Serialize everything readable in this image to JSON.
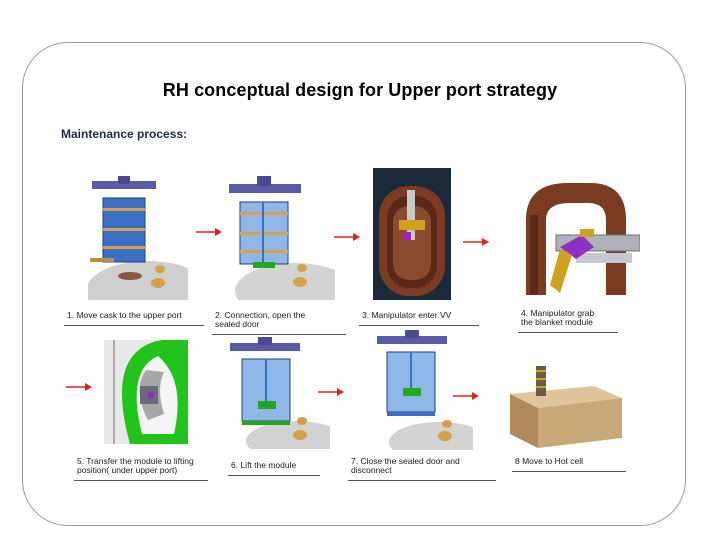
{
  "slide": {
    "title": "RH conceptual design for Upper port strategy",
    "subtitle": "Maintenance process:"
  },
  "steps": [
    {
      "label": "1. Move cask to the upper port"
    },
    {
      "label": "2. Connection, open the\nsealed door"
    },
    {
      "label": "3. Manipulator enter VV"
    },
    {
      "label": "4. Manipulator grab\nthe blanket module"
    },
    {
      "label": "5. Transfer the module to lifting\nposition( under upper port)"
    },
    {
      "label": "6. Lift the module"
    },
    {
      "label": "7. Close the sealed door and\ndisconnect"
    },
    {
      "label": "8 Move to Hot cell"
    }
  ],
  "colors": {
    "cask_blue": "#3a6fc4",
    "cask_light": "#8fb8e8",
    "crane_purple": "#5a5aa8",
    "coil_brown": "#7b3a22",
    "arrow_red": "#e0221c",
    "module_green": "#22c41c",
    "hotcell_tan": "#c9a878"
  }
}
